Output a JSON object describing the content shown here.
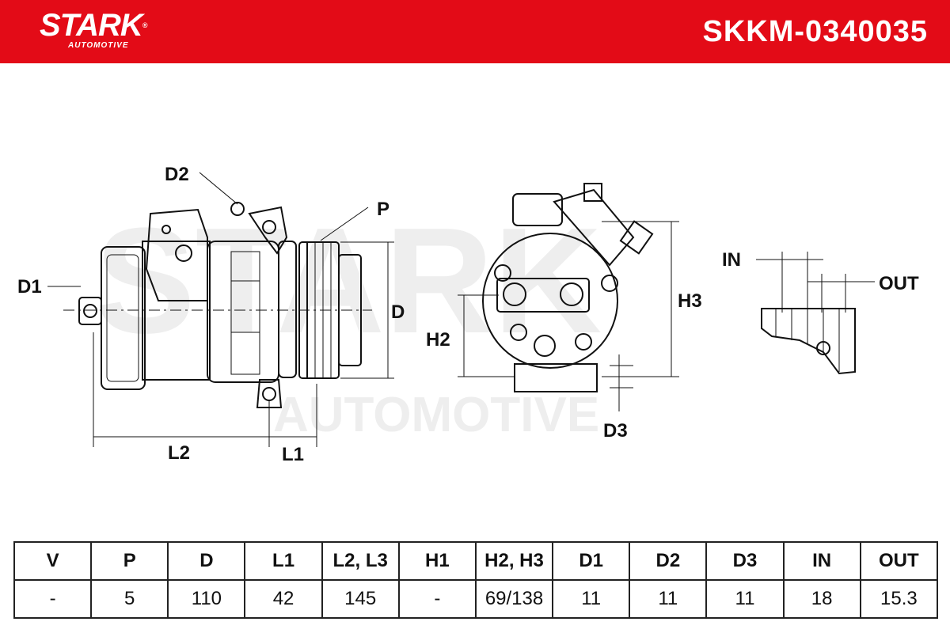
{
  "header": {
    "brand": "STARK",
    "brand_sub": "AUTOMOTIVE",
    "part_number": "SKKM-0340035",
    "color": "#e30b17"
  },
  "watermark": {
    "line1": "STARK",
    "line2": "AUTOMOTIVE"
  },
  "drawing_labels": {
    "d1": "D1",
    "d2": "D2",
    "p": "P",
    "d": "D",
    "l1": "L1",
    "l2": "L2",
    "h2": "H2",
    "h3": "H3",
    "d3": "D3",
    "in": "IN",
    "out": "OUT"
  },
  "table": {
    "headers": [
      "V",
      "P",
      "D",
      "L1",
      "L2, L3",
      "H1",
      "H2, H3",
      "D1",
      "D2",
      "D3",
      "IN",
      "OUT"
    ],
    "values": [
      "-",
      "5",
      "110",
      "42",
      "145",
      "-",
      "69/138",
      "11",
      "11",
      "11",
      "18",
      "15.3"
    ]
  }
}
